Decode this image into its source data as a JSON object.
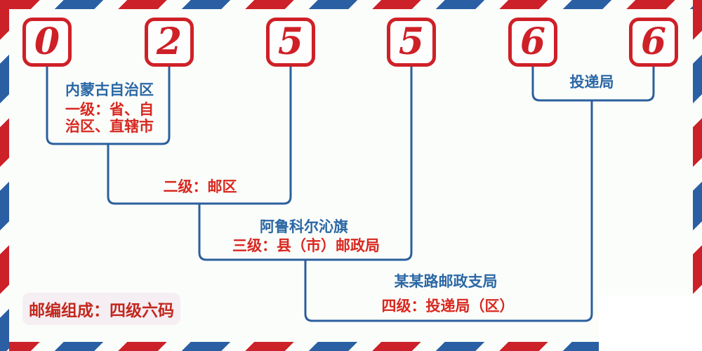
{
  "code": {
    "digits": [
      "0",
      "2",
      "5",
      "5",
      "6",
      "6"
    ]
  },
  "labels": {
    "level1_name": "内蒙古自治区",
    "level1_desc_line1": "一级：省、自",
    "level1_desc_line2": "治区、直辖市",
    "level2_desc": "二级：邮区",
    "level3_name": "阿鲁科尔沁旗",
    "level3_desc": "三级：县（市）邮政局",
    "level4_name": "某某路邮政支局",
    "level4_desc": "四级：投递局（区）",
    "delivery_office": "投递局",
    "badge": "邮编组成：四级六码"
  },
  "colors": {
    "digit_red": "#cf2027",
    "text_red": "#d8271f",
    "line_blue": "#2a5f9e",
    "text_blue": "#2a67a5",
    "stripe_red": "#cc2128",
    "stripe_blue": "#2a5fa3",
    "badge_bg": "#f5eef3",
    "background": "#fbfdfa"
  }
}
